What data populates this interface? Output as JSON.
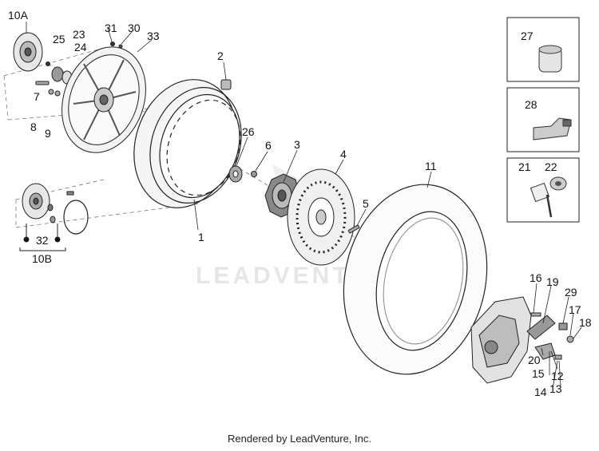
{
  "watermark": "LEADVENTURE",
  "footer": "Rendered by LeadVenture, Inc.",
  "callouts": {
    "c10A": "10A",
    "c25": "25",
    "c23": "23",
    "c24": "24",
    "c31": "31",
    "c30": "30",
    "c33": "33",
    "c7": "7",
    "c8": "8",
    "c9": "9",
    "c2": "2",
    "c26": "26",
    "c6": "6",
    "c3": "3",
    "c4": "4",
    "c5": "5",
    "c1": "1",
    "c11": "11",
    "c32": "32",
    "c10B": "10B",
    "c27": "27",
    "c28": "28",
    "c21": "21",
    "c22": "22",
    "c16": "16",
    "c19": "19",
    "c29": "29",
    "c17": "17",
    "c18": "18",
    "c20": "20",
    "c15": "15",
    "c12": "12",
    "c14": "14",
    "c13": "13"
  }
}
